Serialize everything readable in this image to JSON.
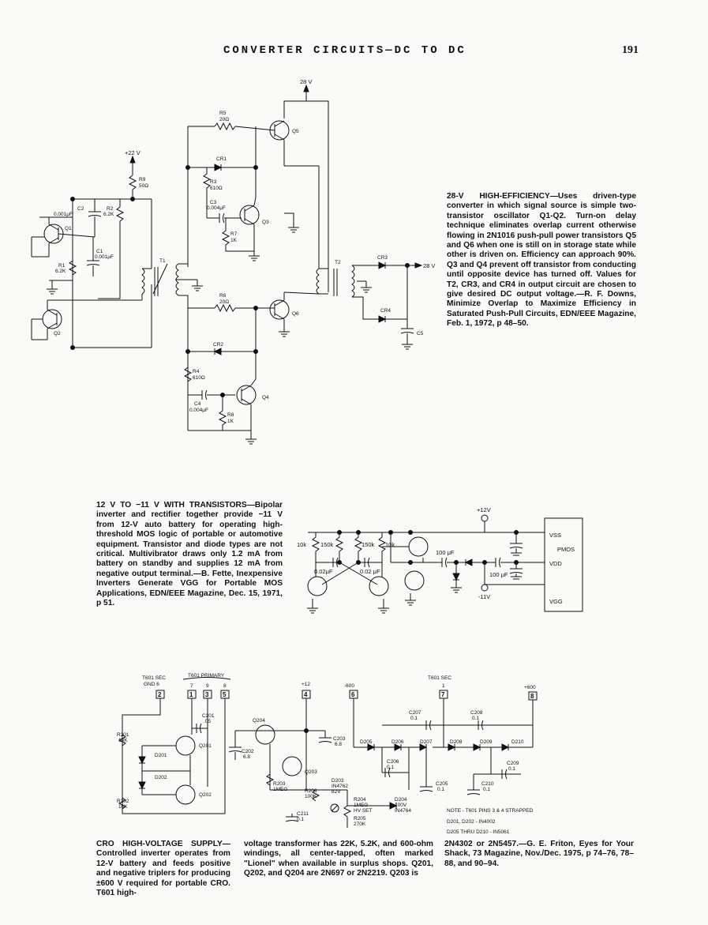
{
  "header": {
    "running_title": "CONVERTER CIRCUITS—DC TO DC",
    "page_number": "191"
  },
  "figures": {
    "fig1": {
      "caption": "28-V HIGH-EFFICIENCY—Uses driven-type converter in which signal source is simple two-transistor oscillator Q1-Q2. Turn-on delay technique eliminates overlap current otherwise flowing in 2N1016 push-pull power transistors Q5 and Q6 when one is still on in storage state while other is driven on. Efficiency can approach 90%. Q3 and Q4 prevent off transistor from conducting until opposite device has turned off. Values for T2, CR3, and CR4 in output circuit are chosen to give desired DC output voltage.—R. F. Downs, Minimize Overlap to Maximize Efficiency in Saturated Push-Pull Circuits, EDN/EEE Magazine, Feb. 1, 1972, p 48–50.",
      "labels": {
        "v28_top": "28 V",
        "v22": "+22 V",
        "v28_out": "28 V",
        "r9": "R9",
        "r9v": "50Ω",
        "r5": "R5",
        "r5v": "20Ω",
        "cr1": "CR1",
        "r3": "R3",
        "r3v": "610Ω",
        "c3": "C3",
        "c3v": "0.004μF",
        "r7": "R7",
        "r7v": "1K",
        "q5": "Q5",
        "q3": "Q3",
        "c2": "C2",
        "c2v": "0.001μF",
        "r2": "R2",
        "r2v": "6.2K",
        "q1": "Q1",
        "c1": "C1",
        "c1v": "0.001μF",
        "r1": "R1",
        "r1v": "6.2K",
        "t1": "T1",
        "t2": "T2",
        "cr3": "CR3",
        "r6": "R6",
        "r6v": "20Ω",
        "q6": "Q6",
        "cr4": "CR4",
        "c5": "C5",
        "q2": "Q2",
        "cr2": "CR2",
        "r4": "R4",
        "r4v": "610Ω",
        "c4": "C4",
        "c4v": "0.004μF",
        "q4": "Q4",
        "r8": "R8",
        "r8v": "1K"
      }
    },
    "fig2": {
      "caption": "12 V TO −11 V WITH TRANSISTORS—Bipolar inverter and rectifier together provide −11 V from 12-V auto battery for operating high-threshold MOS logic of portable or automotive equipment. Transistor and diode types are not critical. Multivibrator draws only 1.2 mA from battery on standby and supplies 12 mA from negative output terminal.—B. Fette, Inexpensive Inverters Generate VGG for Portable MOS Applications, EDN/EEE Magazine, Dec. 15, 1971, p 51.",
      "labels": {
        "v12": "+12V",
        "vneg11": "-11V",
        "r10k_a": "10k",
        "r150k_a": "150k",
        "r150k_b": "150k",
        "r10k_b": "10k",
        "c002_a": "0.02μF",
        "c002_b": "0.02 μF",
        "c100_a": "100 μF",
        "c100_b": "100 μF",
        "vss": "VSS",
        "pmos": "PMOS",
        "vdd": "VDD",
        "vgg": "VGG"
      }
    },
    "fig3": {
      "caption_col1": "CRO HIGH-VOLTAGE SUPPLY—Controlled inverter operates from 12-V battery and feeds positive and negative triplers for producing ±600 V required for portable CRO. T601 high-",
      "caption_col2": "voltage transformer has 22K, 5.2K, and 600-ohm windings, all center-tapped, often marked \"Lionel\" when available in surplus shops. Q201, Q202, and Q204 are 2N697 or 2N2219. Q203 is",
      "caption_col3": "2N4302 or 2N5457.—G. E. Friton, Eyes for Your Shack, 73 Magazine, Nov./Dec. 1975, p 74–76, 78–88, and 90–94.",
      "labels": {
        "t601sec": "T601 SEC",
        "gnd6": "GND 6",
        "t601pri": "T601 PRIMARY",
        "p7": "7",
        "p9": "9",
        "p8": "8",
        "pin2": "2",
        "pin1": "1",
        "pin3": "3",
        "pin5": "5",
        "v12": "+12",
        "pin4": "4",
        "vneg600": "-600",
        "pin6": "6",
        "t601sec2": "T601 SEC",
        "p1": "1",
        "pin7": "7",
        "vpos600": "+600",
        "pin8": "8",
        "c201": "C201",
        "c201v": ".05",
        "r201": "R201",
        "r201v": "10K",
        "d201": "D201",
        "q201": "Q201",
        "d202": "D202",
        "q202": "Q202",
        "r202": "R202",
        "r202v": "10K",
        "q204": "Q204",
        "c202": "C202",
        "c202v": "6.8",
        "c203": "C203",
        "c203v": "6.8",
        "q203": "Q203",
        "r203": "R203",
        "r203v": "1MEG",
        "r206": "R206",
        "r206v": "100K",
        "d203": "D203",
        "d203v": "IN4762",
        "d203v2": "82V",
        "r204": "R204",
        "r204v": "1MEG",
        "hvset": "HV SET",
        "d204": "D204",
        "d204v": "100V",
        "d204v2": "IN4764",
        "c211": "C211",
        "c211v": "0.1",
        "r205": "R205",
        "r205v": "270K",
        "c207": "C207",
        "c207v": "0.1",
        "c208": "C208",
        "c208v": "0.1",
        "d205": "D205",
        "d206": "D206",
        "d207": "D207",
        "d208": "D208",
        "d209": "D209",
        "d210": "D210",
        "c206": "C206",
        "c206v": "0.1",
        "c209": "C209",
        "c209v": "0.1",
        "c205": "C205",
        "c205v": "0.1",
        "c210": "C210",
        "c210v": "0.1",
        "note1": "NOTE - T601 PINS 3 & 4 STRAPPED",
        "note2": "D201, D202 - IN4002",
        "note3": "D205 THRU D210 - IN5061"
      }
    }
  }
}
